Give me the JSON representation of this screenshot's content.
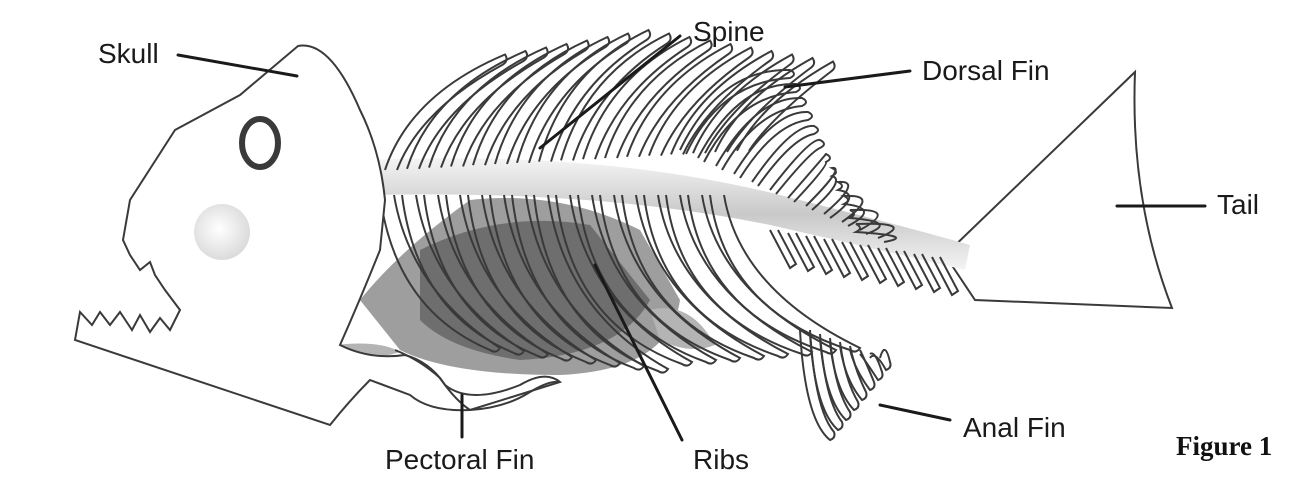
{
  "labels": {
    "skull": "Skull",
    "spine": "Spine",
    "dorsal_fin": "Dorsal Fin",
    "tail": "Tail",
    "anal_fin": "Anal Fin",
    "ribs": "Ribs",
    "pectoral_fin": "Pectoral Fin"
  },
  "caption": "Figure 1",
  "colors": {
    "outline": "#3a3a3a",
    "leader_line": "#1a1a1a",
    "bone_fill": "#ffffff",
    "gut_dark": "#6e6e6e",
    "gut_light": "#b4b4b4",
    "spine_shade": "#d2d2d2"
  }
}
